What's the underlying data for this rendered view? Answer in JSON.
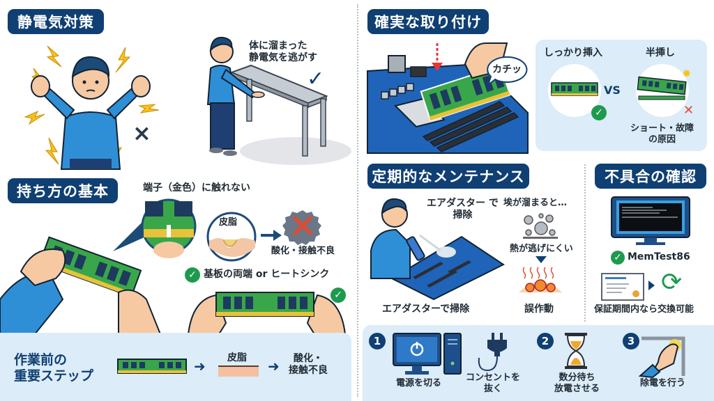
{
  "sections": {
    "static": {
      "title": "静電気対策",
      "caption_line1": "体に溜まった",
      "caption_line2": "静電気を逃がす",
      "bad_mark": "×",
      "good_mark": "✓"
    },
    "holding": {
      "title": "持ち方の基本",
      "terminal_warning": "端子（金色）に触れない",
      "sebum_label": "皮脂",
      "result_label": "酸化・接触不良",
      "correct_grip": "基板の両端 or ヒートシンク"
    },
    "steps_before": {
      "title_line1": "作業前の",
      "title_line2": "重要ステップ",
      "sebum_label": "皮脂",
      "result_line1": "酸化・",
      "result_line2": "接触不良",
      "arrow": "➜"
    },
    "install": {
      "title": "確実な取り付け",
      "click_sound": "カチッ",
      "compare_good": "しっかり挿入",
      "compare_bad": "半挿し",
      "vs": "VS",
      "bad_result_line1": "ショート・故障",
      "bad_result_line2": "の原因"
    },
    "maintenance": {
      "title": "定期的なメンテナンス",
      "air_duster_line1": "エアダスター で",
      "air_duster_line2": "掃除",
      "dust_caption": "埃が溜まると…",
      "heat_caption": "熱が逃げにくい",
      "malfunction": "誤作動",
      "bottom_caption": "エアダスターで掃除"
    },
    "troubleshoot": {
      "title": "不具合の確認",
      "tool_name": "MemTest86",
      "warranty": "保証期間内なら交換可能"
    },
    "procedure": {
      "steps": [
        {
          "number": "1",
          "label1": "電源を切る",
          "label2": "コンセントを",
          "label3": "抜く"
        },
        {
          "number": "2",
          "label1": "数分待ち",
          "label2": "放電させる"
        },
        {
          "number": "3",
          "label1": "除電を行う"
        }
      ]
    }
  },
  "colors": {
    "header_bg": "#0f3f73",
    "panel_bg": "#dcecf8",
    "pcb_green": "#3aa64a",
    "chip_navy": "#1e3a5f",
    "gold": "#e8c23a",
    "ok_green": "#1e9a4e",
    "ng_red": "#e04a2f",
    "shirt_blue": "#2f8fd6",
    "skin": "#f6c9a3",
    "board_blue": "#1f64b8"
  }
}
